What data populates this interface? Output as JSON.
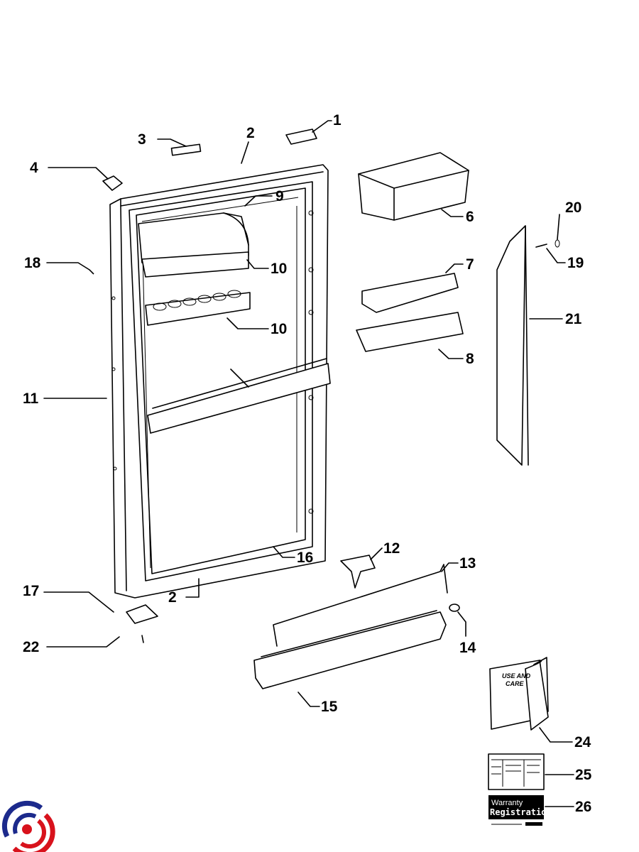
{
  "diagram": {
    "callouts": [
      "1",
      "2",
      "3",
      "4",
      "9",
      "20",
      "6",
      "18",
      "10",
      "19",
      "7",
      "10",
      "21",
      "8",
      "11",
      "12",
      "16",
      "13",
      "17",
      "2",
      "14",
      "22",
      "15",
      "24",
      "25",
      "26"
    ],
    "booklet": {
      "line1": "USE AND",
      "line2": "CARE"
    },
    "warranty_card": {
      "line1": "Warranty",
      "line2": "Registration"
    },
    "logo": {
      "colors": [
        "#1c2a8c",
        "#d8121c"
      ]
    }
  }
}
